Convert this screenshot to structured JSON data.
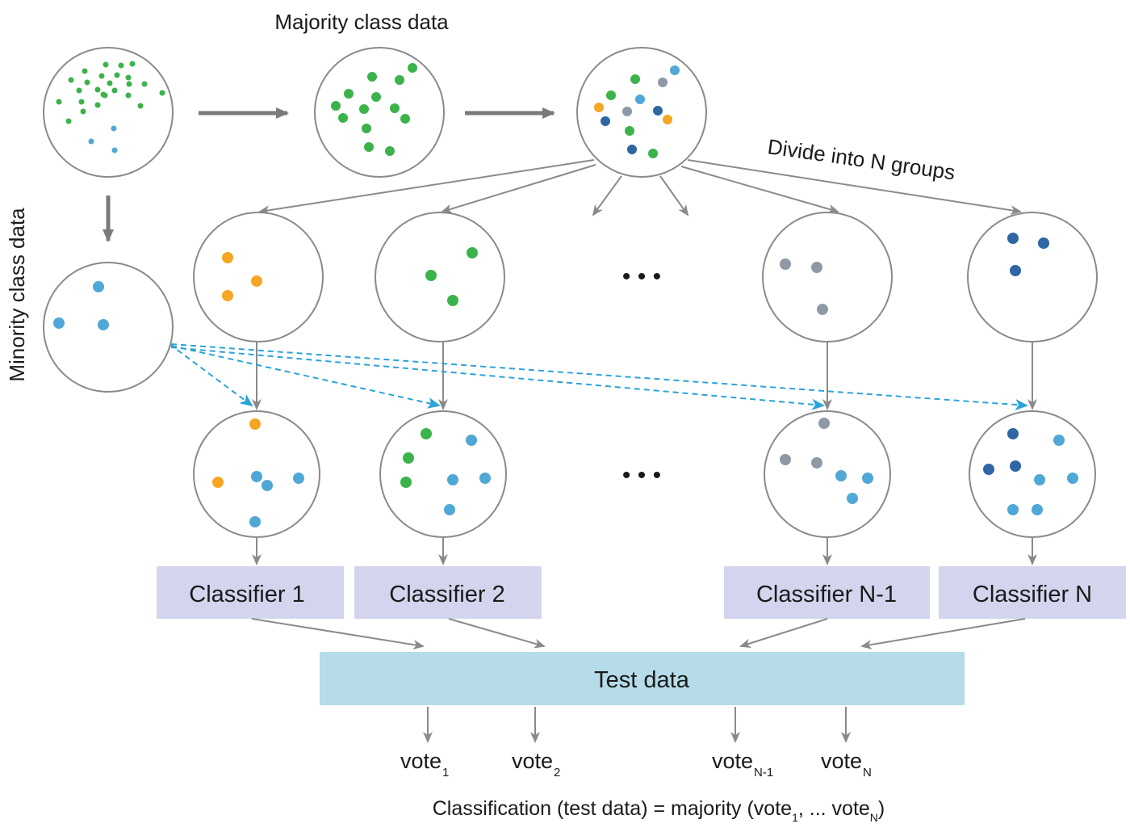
{
  "labels": {
    "majority_class": "Majority class data",
    "minority_class": "Minority class data",
    "divide": "Divide into N groups",
    "ellipsis": "• • •",
    "test_data": "Test data",
    "formula_prefix": "Classification (test data) = majority (vote",
    "formula_sub1": "1",
    "formula_mid": ", ... vote",
    "formula_subN": "N",
    "formula_suffix": ")"
  },
  "classifiers": [
    {
      "label": "Classifier 1"
    },
    {
      "label": "Classifier 2"
    },
    {
      "label": "Classifier N-1"
    },
    {
      "label": "Classifier N"
    }
  ],
  "votes": [
    {
      "base": "vote",
      "sub": "1"
    },
    {
      "base": "vote",
      "sub": "2"
    },
    {
      "base": "vote",
      "sub": "N-1"
    },
    {
      "base": "vote",
      "sub": "N"
    }
  ],
  "colors": {
    "green": "#3bb34a",
    "light_blue": "#4fa8d5",
    "dark_blue": "#2e67a3",
    "orange": "#f5a623",
    "gray": "#8e99a5",
    "classifier_box": "#d3d5ee",
    "test_box": "#b5dce8",
    "dash_arrow": "#2ba3d9"
  }
}
